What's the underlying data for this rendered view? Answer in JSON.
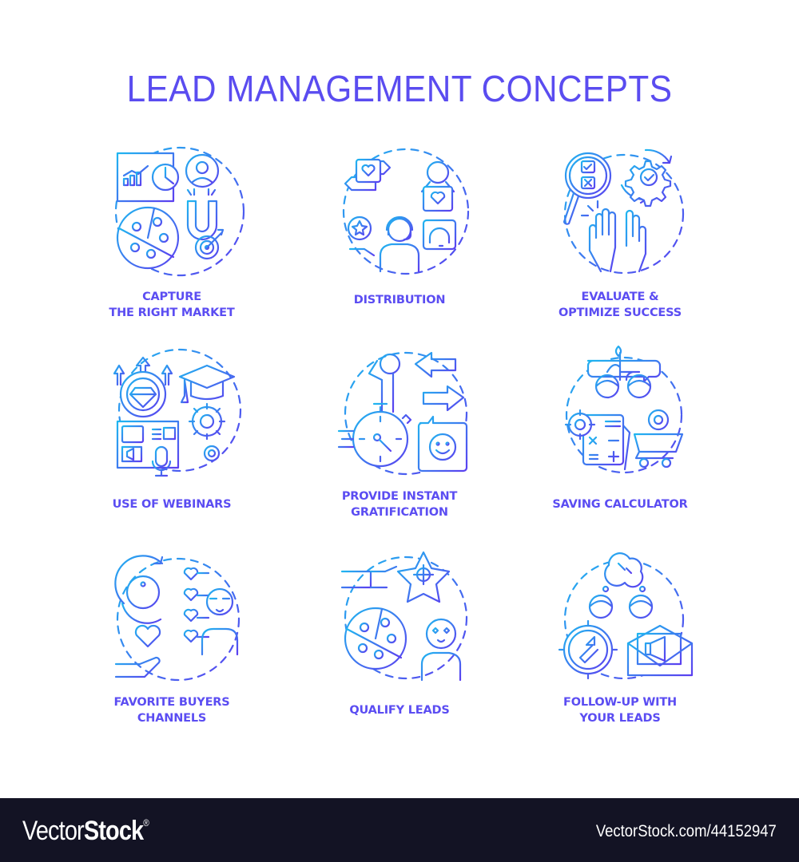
{
  "title": "LEAD MANAGEMENT CONCEPTS",
  "colors": {
    "title": "#5a4cf0",
    "label": "#5b4df2",
    "gradient_start": "#1fb6f0",
    "gradient_end": "#5b3ff0",
    "footer_bg": "#131324",
    "footer_text": "#ffffff"
  },
  "concepts": [
    {
      "label": "Capture\nthe right market",
      "line1": "CAPTURE",
      "line2": "THE RIGHT MARKET",
      "icon": "capture-market-icon"
    },
    {
      "label": "Distribution",
      "line1": "DISTRIBUTION",
      "line2": "",
      "icon": "distribution-icon"
    },
    {
      "label": "Evaluate & Optimize success",
      "line1": "EVALUATE &",
      "line2": "OPTIMIZE SUCCESS",
      "icon": "evaluate-optimize-icon"
    },
    {
      "label": "Use of webinars",
      "line1": "USE OF WEBINARS",
      "line2": "",
      "icon": "webinars-icon"
    },
    {
      "label": "Provide instant gratification",
      "line1": "PROVIDE INSTANT",
      "line2": "GRATIFICATION",
      "icon": "instant-gratification-icon"
    },
    {
      "label": "Saving calculator",
      "line1": "SAVING CALCULATOR",
      "line2": "",
      "icon": "saving-calculator-icon"
    },
    {
      "label": "Favorite buyers channels",
      "line1": "FAVORITE BUYERS",
      "line2": "CHANNELS",
      "icon": "favorite-channels-icon"
    },
    {
      "label": "Qualify leads",
      "line1": "QUALIFY LEADS",
      "line2": "",
      "icon": "qualify-leads-icon"
    },
    {
      "label": "Follow-up with your leads",
      "line1": "FOLLOW-UP WITH",
      "line2": "YOUR LEADS",
      "icon": "follow-up-icon"
    }
  ],
  "footer": {
    "brand_light": "Vector",
    "brand_bold": "Stock",
    "brand_mark": "®",
    "url": "VectorStock.com/44152947"
  }
}
